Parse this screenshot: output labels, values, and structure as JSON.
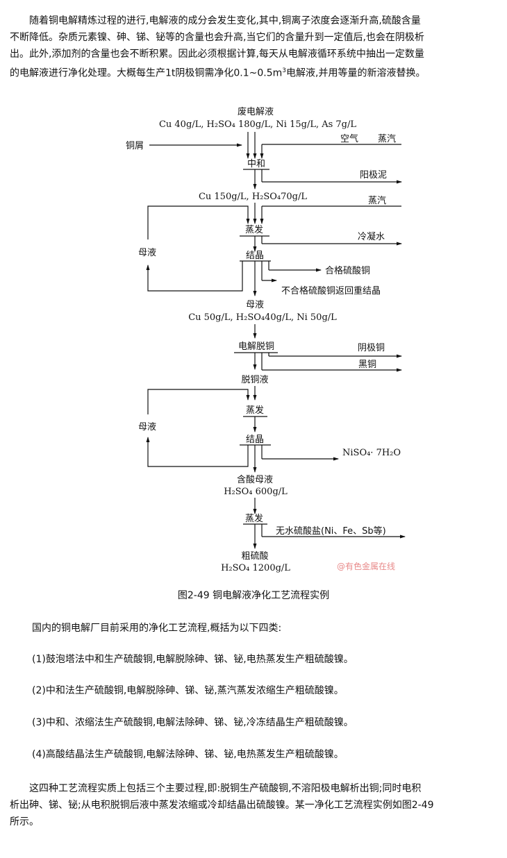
{
  "intro": {
    "line1": "随着铜电解精炼过程的进行,电解液的成分会发生变化,其中,铜离子浓度会逐渐升高,硫酸含量",
    "line2": "不断降低。杂质元素镍、砷、锑、铋等的含量也会升高,当它们的含量升到一定值后,也会在阴极析",
    "line3": "出。此外,添加剂的含量也会不断积累。因此必须根据计算,每天从电解液循环系统中抽出一定数量",
    "line4a": "的电解液进行净化处理。大概每生产1t阴极铜需净化0.1~0.5m",
    "line4sup": "3",
    "line4b": "电解液,并用等量的新溶液替换。"
  },
  "diagram": {
    "feed_title": "废电解液",
    "feed_comp": "Cu 40g/L, H₂SO₄ 180g/L, Ni 15g/L, As 7g/L",
    "scrap": "铜屑",
    "air": "空气",
    "steam1": "蒸汽",
    "neutralize": "中和",
    "anode_slime": "阳极泥",
    "comp2": "Cu 150g/L, H₂SO₄70g/L",
    "steam2": "蒸汽",
    "evap1": "蒸发",
    "condensate": "冷凝水",
    "mother1": "母液",
    "cryst1": "结晶",
    "qualified": "合格硫酸铜",
    "unqualified": "不合格硫酸铜返回重结晶",
    "mother_liquor": "母液",
    "comp3": "Cu 50g/L, H₂SO₄40g/L, Ni 50g/L",
    "electro": "电解脱铜",
    "cathode_cu": "阴极铜",
    "black_cu": "黑铜",
    "decopper": "脱铜液",
    "evap2": "蒸发",
    "mother2": "母液",
    "cryst2": "结晶",
    "nickel": "NiSO₄· 7H₂O",
    "acid_mother": "含酸母液",
    "comp4": "H₂SO₄ 600g/L",
    "evap3": "蒸发",
    "anhydrous": "无水硫酸盐(Ni、Fe、Sb等)",
    "crude_acid": "粗硫酸",
    "comp5": "H₂SO₄  1200g/L",
    "watermark": "@有色金属在线"
  },
  "caption": "图2-49 铜电解液净化工艺流程实例",
  "body": {
    "lead": "国内的铜电解厂目前采用的净化工艺流程,概括为以下四类:",
    "items": [
      "(1)鼓泡塔法中和生产硫酸铜,电解脱除砷、锑、铋,电热蒸发生产粗硫酸镍。",
      "(2)中和法生产硫酸铜,电解脱除砷、锑、铋,蒸汽蒸发浓缩生产粗硫酸镍。",
      "(3)中和、浓缩法生产硫酸铜,电解法除砷、锑、铋,冷冻结晶生产粗硫酸镍。",
      "(4)高酸结晶法生产硫酸铜,电解法除砷、锑、铋,电热蒸发生产粗硫酸镍。"
    ],
    "closing1": "这四种工艺流程实质上包括三个主要过程,即:脱铜生产硫酸铜,不溶阳极电解析出铜;同时电积",
    "closing2": "析出砷、锑、铋;从电积脱铜后液中蒸发浓缩或冷却结晶出硫酸镍。某一净化工艺流程实例如图2-49",
    "closing3": "所示。"
  }
}
